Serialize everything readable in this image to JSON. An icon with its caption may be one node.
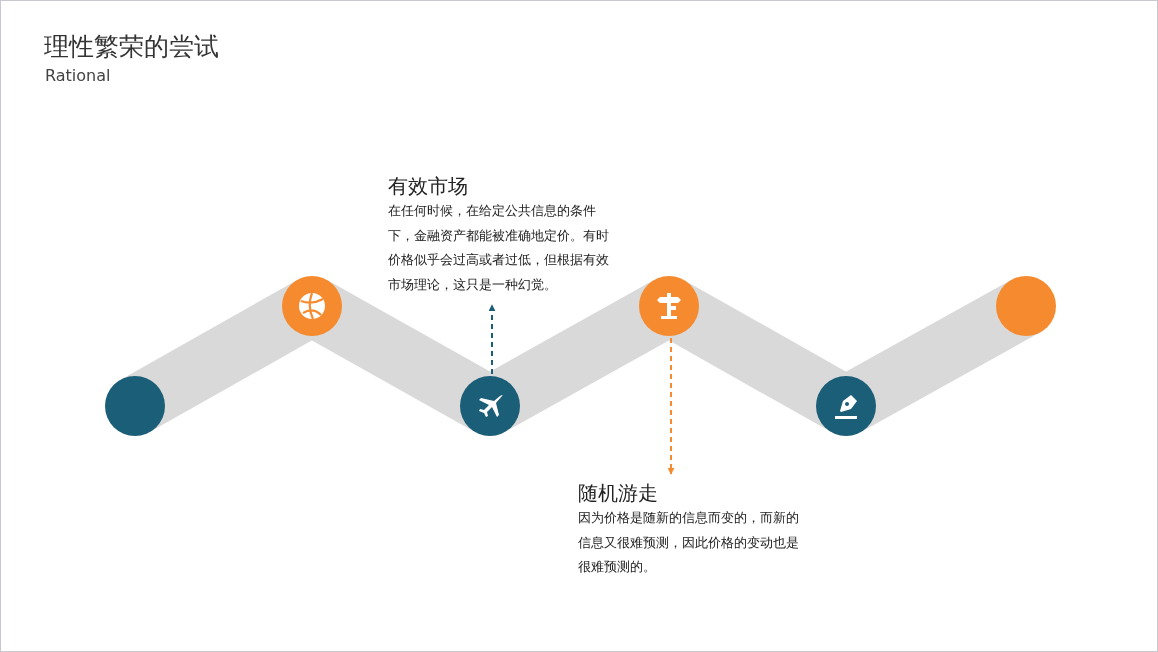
{
  "diagram": {
    "title": "理性繁荣的尝试",
    "caption": "Rational",
    "nodes": [
      {
        "text": [],
        "shape": "circle"
      },
      {
        "text": [],
        "shape": "circle"
      },
      {
        "text": [],
        "shape": "circle"
      },
      {
        "text": [],
        "shape": "circle"
      },
      {
        "text": [],
        "shape": "circle"
      },
      {
        "text": [],
        "shape": "circle"
      },
      {
        "text": [
          "有效市场",
          "在任何时候，在给定公共信息的条件下，金融资产都能被准确地定价。有时价格似乎会过高或者过低，但根据有效市场理论，这只是一种幻觉。"
        ]
      },
      {
        "text": [
          "随机游走",
          "因为价格是随新的信息而变的，而新的信息又很难预测，因此价格的变动也是很难预测的。"
        ]
      }
    ],
    "edges": [
      {
        "from": 0,
        "to": 1,
        "arrow": "none"
      },
      {
        "from": 1,
        "to": 2,
        "arrow": "none"
      },
      {
        "from": 2,
        "to": 3,
        "arrow": "none"
      },
      {
        "from": 3,
        "to": 4,
        "arrow": "none"
      },
      {
        "from": 4,
        "to": 5,
        "arrow": "none"
      },
      {
        "from": 2,
        "to": 6,
        "arrow": "to",
        "style": "dashed",
        "color": "#1b5e78"
      },
      {
        "from": 3,
        "to": 7,
        "arrow": "to",
        "style": "dashed",
        "color": "#f58b2e"
      }
    ]
  }
}
